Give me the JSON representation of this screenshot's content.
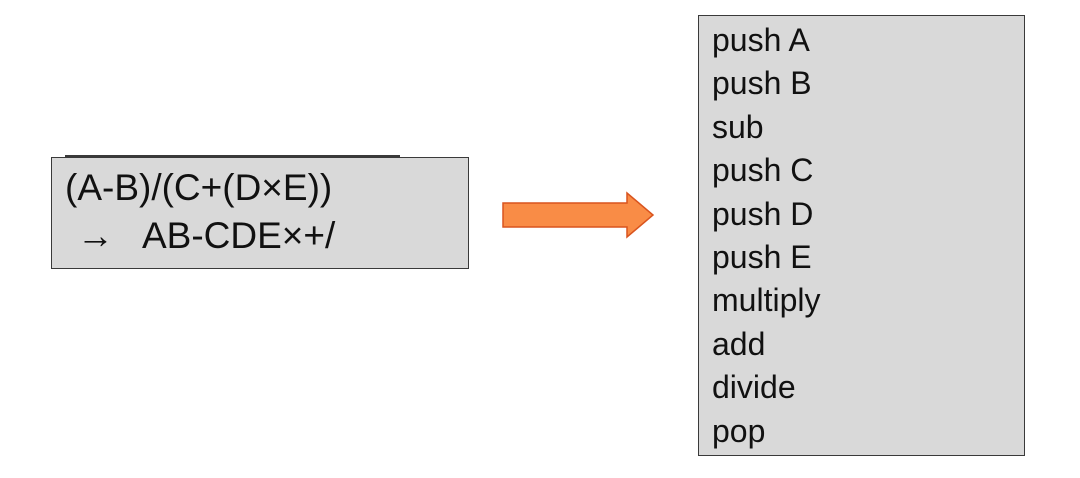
{
  "expression": {
    "infix": "(A-B)/(C+(D×E))",
    "arrow_glyph": "→",
    "postfix": "AB-CDE×+/"
  },
  "arrow": {
    "fill": "#f98c46",
    "stroke": "#d9541e"
  },
  "operations": [
    "push A",
    "push B",
    "sub",
    "push C",
    "push D",
    "push E",
    "multiply",
    "add",
    "divide",
    "pop"
  ],
  "colors": {
    "box_fill": "#d9d9d9",
    "box_border": "#3a3a3a",
    "text": "#111111"
  }
}
